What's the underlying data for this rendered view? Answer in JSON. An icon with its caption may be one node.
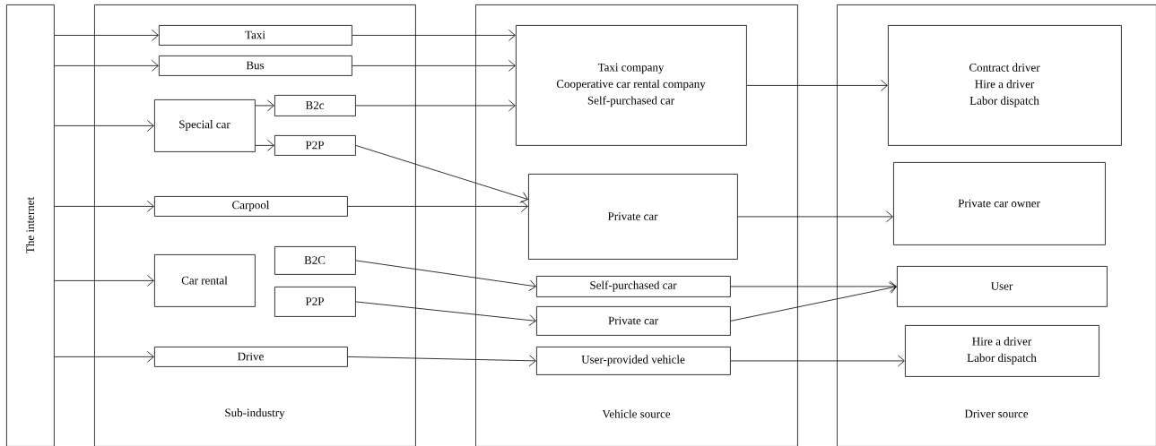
{
  "diagram": {
    "nodes": [
      {
        "text": [
          "The internet"
        ]
      },
      {
        "text": [
          "Sub-industry"
        ]
      },
      {
        "text": [
          "Taxi"
        ],
        "in": 1
      },
      {
        "text": [
          "Bus"
        ],
        "in": 1
      },
      {
        "text": [
          "Special car"
        ],
        "in": 1
      },
      {
        "text": [
          "B2c"
        ],
        "in": 1
      },
      {
        "text": [
          "P2P"
        ],
        "in": 1
      },
      {
        "text": [
          "Carpool"
        ],
        "in": 1
      },
      {
        "text": [
          "Car rental"
        ],
        "in": 1
      },
      {
        "text": [
          "B2C"
        ],
        "in": 1
      },
      {
        "text": [
          "P2P"
        ],
        "in": 1
      },
      {
        "text": [
          "Drive"
        ],
        "in": 1
      },
      {
        "text": [
          "Vehicle source"
        ]
      },
      {
        "text": [
          "Taxi company",
          "Cooperative car rental company",
          "Self-purchased car"
        ],
        "in": 12
      },
      {
        "text": [
          "Private car"
        ],
        "in": 12
      },
      {
        "text": [
          "Self-purchased car"
        ],
        "in": 12
      },
      {
        "text": [
          "Private car"
        ],
        "in": 12
      },
      {
        "text": [
          "User-provided vehicle"
        ],
        "in": 12
      },
      {
        "text": [
          "Driver source"
        ]
      },
      {
        "text": [
          "Contract driver",
          "Hire a driver",
          "Labor dispatch"
        ],
        "in": 18
      },
      {
        "text": [
          "Private car owner"
        ],
        "in": 18
      },
      {
        "text": [
          "User"
        ],
        "in": 18
      },
      {
        "text": [
          "Hire a driver",
          "Labor dispatch"
        ],
        "in": 18
      }
    ],
    "edges": [
      {
        "from": 0,
        "to": 2,
        "arrow": "to"
      },
      {
        "from": 0,
        "to": 3,
        "arrow": "to"
      },
      {
        "from": 0,
        "to": 4,
        "arrow": "to"
      },
      {
        "from": 0,
        "to": 7,
        "arrow": "to"
      },
      {
        "from": 0,
        "to": 8,
        "arrow": "to"
      },
      {
        "from": 0,
        "to": 11,
        "arrow": "to"
      },
      {
        "from": 4,
        "to": 5,
        "arrow": "to"
      },
      {
        "from": 4,
        "to": 6,
        "arrow": "to"
      },
      {
        "from": 2,
        "to": 13,
        "arrow": "to"
      },
      {
        "from": 3,
        "to": 13,
        "arrow": "to"
      },
      {
        "from": 5,
        "to": 13,
        "arrow": "to"
      },
      {
        "from": 6,
        "to": 14,
        "arrow": "to"
      },
      {
        "from": 7,
        "to": 14,
        "arrow": "to"
      },
      {
        "from": 9,
        "to": 15,
        "arrow": "to"
      },
      {
        "from": 10,
        "to": 16,
        "arrow": "to"
      },
      {
        "from": 11,
        "to": 17,
        "arrow": "to"
      },
      {
        "from": 13,
        "to": 19,
        "arrow": "to"
      },
      {
        "from": 14,
        "to": 20,
        "arrow": "to"
      },
      {
        "from": 15,
        "to": 21,
        "arrow": "to"
      },
      {
        "from": 16,
        "to": 21,
        "arrow": "to"
      },
      {
        "from": 17,
        "to": 22,
        "arrow": "to"
      }
    ]
  }
}
